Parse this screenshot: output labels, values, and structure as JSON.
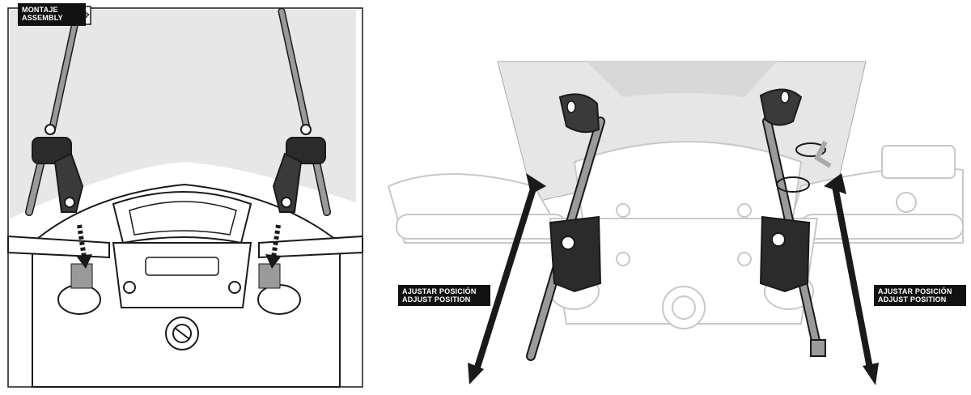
{
  "assembly_label": {
    "line1": "MONTAJE",
    "line2": "ASSEMBLY"
  },
  "adjust_left": {
    "line1": "AJUSTAR POSICIÓN",
    "line2": "ADJUST POSITION"
  },
  "adjust_right": {
    "line1": "AJUSTAR POSICIÓN",
    "line2": "ADJUST POSITION"
  },
  "colors": {
    "windshield": "#e6e6e6",
    "line": "#1a1a1a",
    "rod": "#8c8c8c",
    "dark": "#2b2b2b"
  }
}
